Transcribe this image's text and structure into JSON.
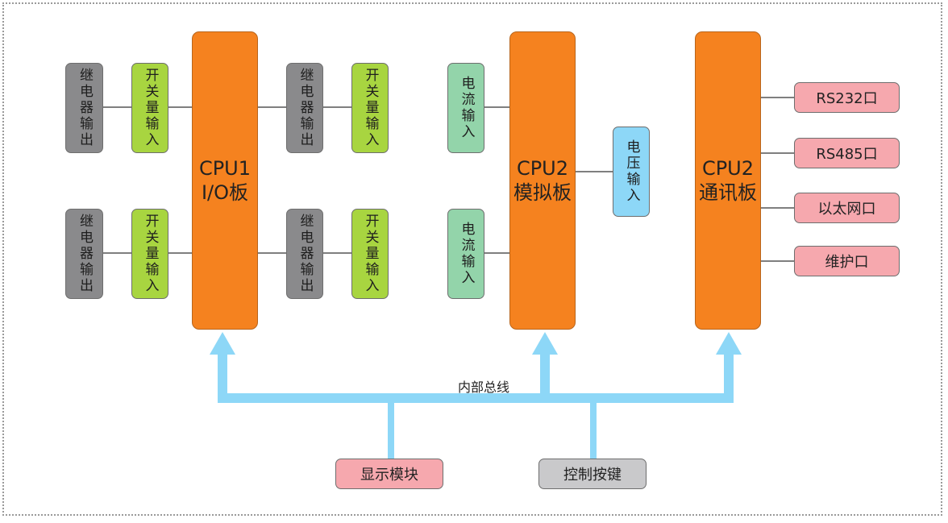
{
  "io_board": {
    "title": "CPU1",
    "subtitle": "I/O板",
    "relay_output": "继电器输出",
    "switch_input": "开关量输入"
  },
  "analog_board": {
    "title": "CPU2",
    "subtitle": "模拟板",
    "current_input": "电流输入",
    "voltage_input": "电压输入"
  },
  "comm_board": {
    "title": "CPU2",
    "subtitle": "通讯板",
    "ports": [
      "RS232口",
      "RS485口",
      "以太网口",
      "维护口"
    ]
  },
  "bus": {
    "label": "内部总线",
    "display_module": "显示模块",
    "control_keys": "控制按键"
  },
  "colors": {
    "cpu": "#f5821f",
    "relay": "#8a8a8c",
    "switch": "#a8d540",
    "current": "#93d4aa",
    "voltage": "#8dd7f7",
    "port": "#f6a8ae",
    "keys": "#c9c9cb",
    "bus": "#8dd7f7"
  }
}
